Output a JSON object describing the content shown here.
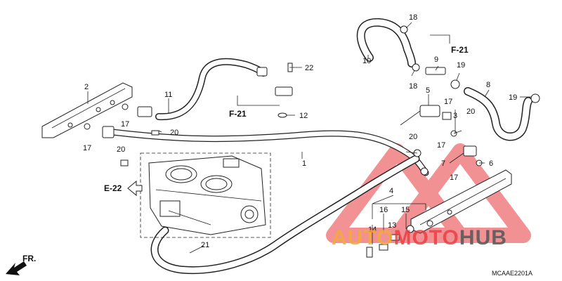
{
  "diagram": {
    "callouts": [
      {
        "id": "c1",
        "text": "1"
      },
      {
        "id": "c2",
        "text": "2"
      },
      {
        "id": "c3",
        "text": "3"
      },
      {
        "id": "c4",
        "text": "4"
      },
      {
        "id": "c5",
        "text": "5"
      },
      {
        "id": "c6",
        "text": "6"
      },
      {
        "id": "c7",
        "text": "7"
      },
      {
        "id": "c8",
        "text": "8"
      },
      {
        "id": "c9",
        "text": "9"
      },
      {
        "id": "c10",
        "text": "10"
      },
      {
        "id": "c11",
        "text": "11"
      },
      {
        "id": "c12",
        "text": "12"
      },
      {
        "id": "c13",
        "text": "13"
      },
      {
        "id": "c14",
        "text": "14"
      },
      {
        "id": "c15",
        "text": "15"
      },
      {
        "id": "c16",
        "text": "16"
      },
      {
        "id": "c17a",
        "text": "17"
      },
      {
        "id": "c17b",
        "text": "17"
      },
      {
        "id": "c17c",
        "text": "17"
      },
      {
        "id": "c17d",
        "text": "17"
      },
      {
        "id": "c17e",
        "text": "17"
      },
      {
        "id": "c18a",
        "text": "18"
      },
      {
        "id": "c18b",
        "text": "18"
      },
      {
        "id": "c19a",
        "text": "19"
      },
      {
        "id": "c19b",
        "text": "19"
      },
      {
        "id": "c20a",
        "text": "20"
      },
      {
        "id": "c20b",
        "text": "20"
      },
      {
        "id": "c20c",
        "text": "20"
      },
      {
        "id": "c20d",
        "text": "20"
      },
      {
        "id": "c21",
        "text": "21"
      },
      {
        "id": "c22",
        "text": "22"
      }
    ],
    "refs": {
      "f21_top": "F-21",
      "f21_mid": "F-21",
      "e22": "E-22",
      "fr": "FR."
    },
    "diagram_code": "MCAAE2201A",
    "watermark": {
      "part1": "AUTO",
      "part2": "MOTO",
      "part3": "HUB"
    },
    "colors": {
      "line": "#222222",
      "watermark_red": "#e8383d",
      "watermark_orange": "#f2a93b",
      "watermark_gray": "#555555"
    }
  }
}
